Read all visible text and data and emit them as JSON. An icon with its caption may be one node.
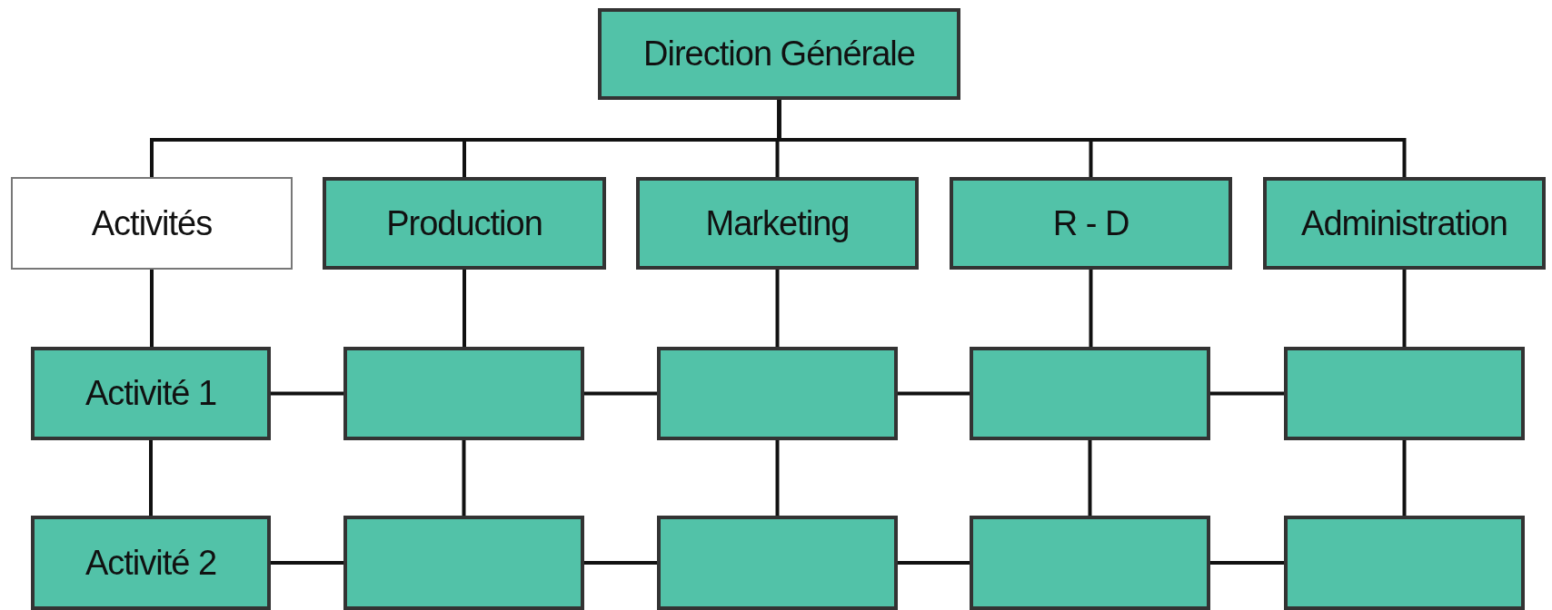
{
  "diagram": {
    "nodes": [
      {
        "text": [
          "Direction Générale"
        ]
      },
      {
        "text": [
          "Activités"
        ]
      },
      {
        "text": [
          "Production"
        ]
      },
      {
        "text": [
          "Marketing"
        ]
      },
      {
        "text": [
          "R - D"
        ]
      },
      {
        "text": [
          "Administration"
        ]
      },
      {
        "text": [
          "Activité 1"
        ]
      },
      {
        "text": [],
        "shape": "box"
      },
      {
        "text": [],
        "shape": "box"
      },
      {
        "text": [],
        "shape": "box"
      },
      {
        "text": [],
        "shape": "box"
      },
      {
        "text": [
          "Activité 2"
        ]
      },
      {
        "text": [],
        "shape": "box"
      },
      {
        "text": [],
        "shape": "box"
      },
      {
        "text": [],
        "shape": "box"
      },
      {
        "text": [],
        "shape": "box"
      }
    ],
    "edges": [
      {
        "from": 0,
        "to": 1,
        "arrow": "none"
      },
      {
        "from": 0,
        "to": 2,
        "arrow": "none"
      },
      {
        "from": 0,
        "to": 3,
        "arrow": "none"
      },
      {
        "from": 0,
        "to": 4,
        "arrow": "none"
      },
      {
        "from": 0,
        "to": 5,
        "arrow": "none"
      },
      {
        "from": 1,
        "to": 6,
        "arrow": "none"
      },
      {
        "from": 2,
        "to": 7,
        "arrow": "none"
      },
      {
        "from": 3,
        "to": 8,
        "arrow": "none"
      },
      {
        "from": 4,
        "to": 9,
        "arrow": "none"
      },
      {
        "from": 5,
        "to": 10,
        "arrow": "none"
      },
      {
        "from": 6,
        "to": 11,
        "arrow": "none"
      },
      {
        "from": 7,
        "to": 12,
        "arrow": "none"
      },
      {
        "from": 8,
        "to": 13,
        "arrow": "none"
      },
      {
        "from": 9,
        "to": 14,
        "arrow": "none"
      },
      {
        "from": 10,
        "to": 15,
        "arrow": "none"
      },
      {
        "from": 6,
        "to": 7,
        "arrow": "none"
      },
      {
        "from": 7,
        "to": 8,
        "arrow": "none"
      },
      {
        "from": 8,
        "to": 9,
        "arrow": "none"
      },
      {
        "from": 9,
        "to": 10,
        "arrow": "none"
      },
      {
        "from": 11,
        "to": 12,
        "arrow": "none"
      },
      {
        "from": 12,
        "to": 13,
        "arrow": "none"
      },
      {
        "from": 13,
        "to": 14,
        "arrow": "none"
      },
      {
        "from": 14,
        "to": 15,
        "arrow": "none"
      }
    ]
  }
}
